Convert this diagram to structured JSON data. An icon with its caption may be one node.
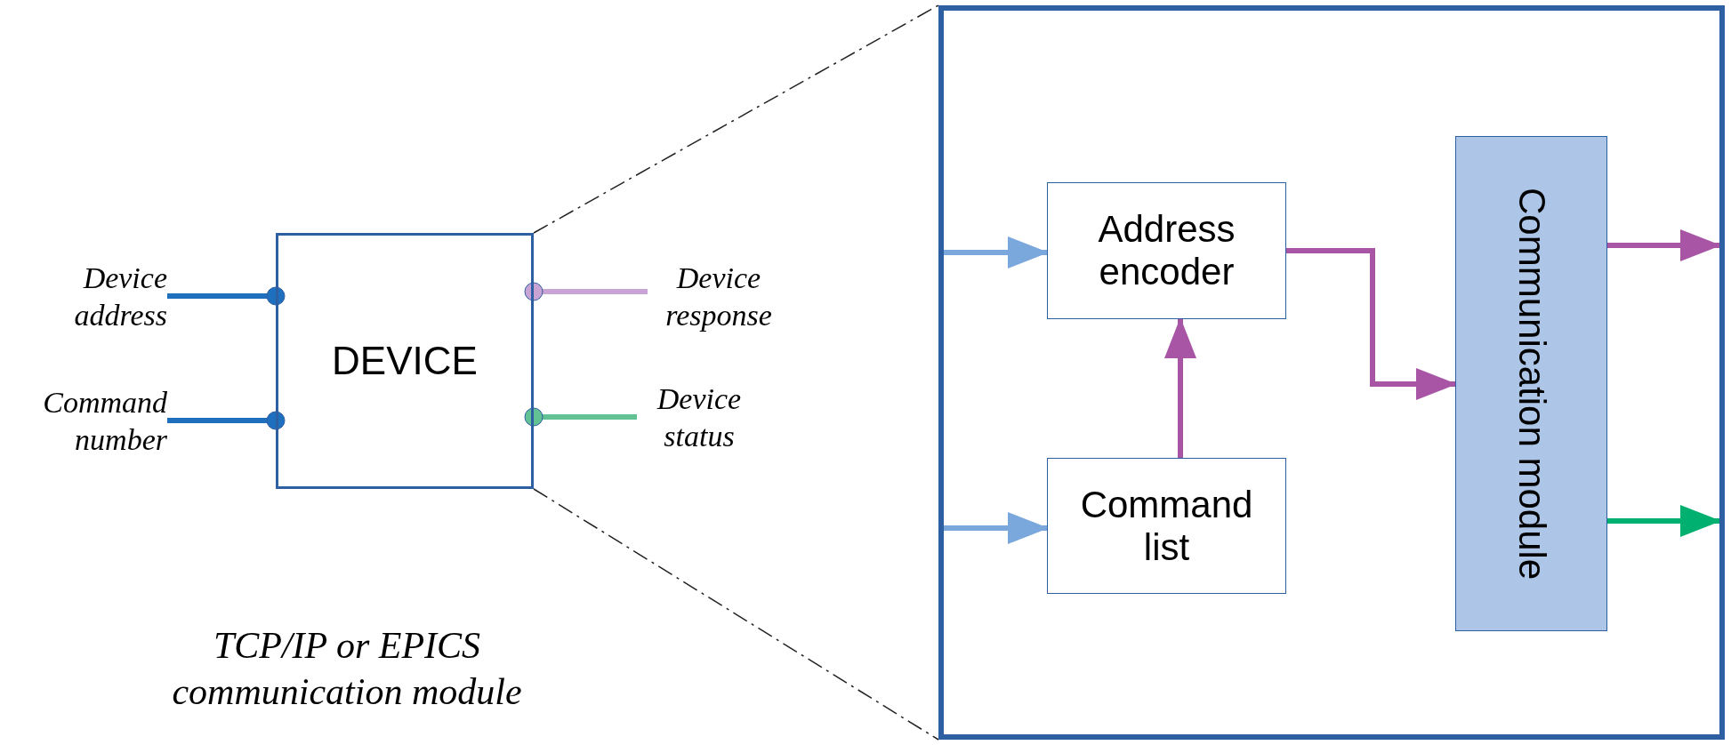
{
  "diagram": {
    "nodes": [
      {
        "text": [
          "DEVICE"
        ]
      },
      {
        "text": [
          "Device address"
        ]
      },
      {
        "text": [
          "Command number"
        ]
      },
      {
        "text": [
          "Device response"
        ]
      },
      {
        "text": [
          "Device status"
        ]
      },
      {
        "text": [],
        "shape": "box"
      },
      {
        "text": [
          "Address encoder"
        ],
        "in": 5
      },
      {
        "text": [
          "Command list"
        ],
        "in": 5
      },
      {
        "text": [
          "Communication module"
        ],
        "in": 5
      }
    ],
    "edges": [
      {
        "from": 1,
        "to": 0,
        "arrow": "other",
        "color": "#1f6fbf"
      },
      {
        "from": 2,
        "to": 0,
        "arrow": "other",
        "color": "#1f6fbf"
      },
      {
        "from": 3,
        "to": 0,
        "arrow": "other",
        "color": "#c9a3d3"
      },
      {
        "from": 4,
        "to": 0,
        "arrow": "other",
        "color": "#62c294"
      },
      {
        "from": 0,
        "to": 5,
        "arrow": "none",
        "style": "dashed",
        "color": "#222222"
      },
      {
        "from": 0,
        "to": 5,
        "arrow": "none",
        "style": "dashed",
        "color": "#222222"
      },
      {
        "from": null,
        "to": 6,
        "arrow": "to",
        "color": "#7aa7dc"
      },
      {
        "from": null,
        "to": 7,
        "arrow": "to",
        "color": "#7aa7dc"
      },
      {
        "from": 7,
        "to": 6,
        "arrow": "to"
      },
      {
        "from": 6,
        "to": 8,
        "arrow": "to"
      },
      {
        "from": 8,
        "to": null,
        "arrow": "to"
      },
      {
        "from": 8,
        "to": null,
        "arrow": "to",
        "color": "#00b070"
      }
    ],
    "labels": [
      "TCP/IP or EPICS communication module"
    ]
  }
}
